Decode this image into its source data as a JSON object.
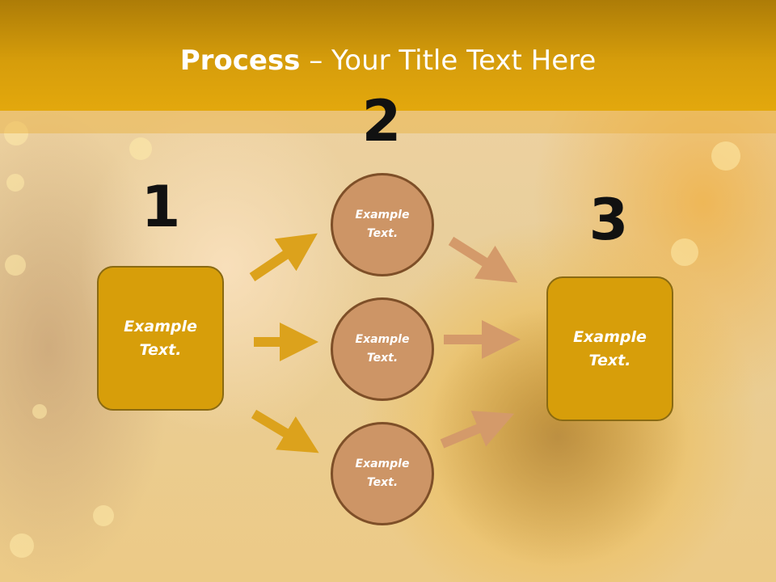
{
  "title": {
    "bold": "Process",
    "rest": " – Your Title Text Here"
  },
  "steps": {
    "one": "1",
    "two": "2",
    "three": "3"
  },
  "left_box": {
    "line1": "Example",
    "line2": "Text."
  },
  "right_box": {
    "line1": "Example",
    "line2": "Text."
  },
  "circles": [
    {
      "line1": "Example",
      "line2": "Text."
    },
    {
      "line1": "Example",
      "line2": "Text."
    },
    {
      "line1": "Example",
      "line2": "Text."
    }
  ],
  "colors": {
    "header": "#e3a80d",
    "box_fill": "#d79e0a",
    "circle_fill": "#cd9566",
    "circle_border": "#7e4f28",
    "arrow_left": "#dca21c",
    "arrow_right": "#d49a6a"
  }
}
